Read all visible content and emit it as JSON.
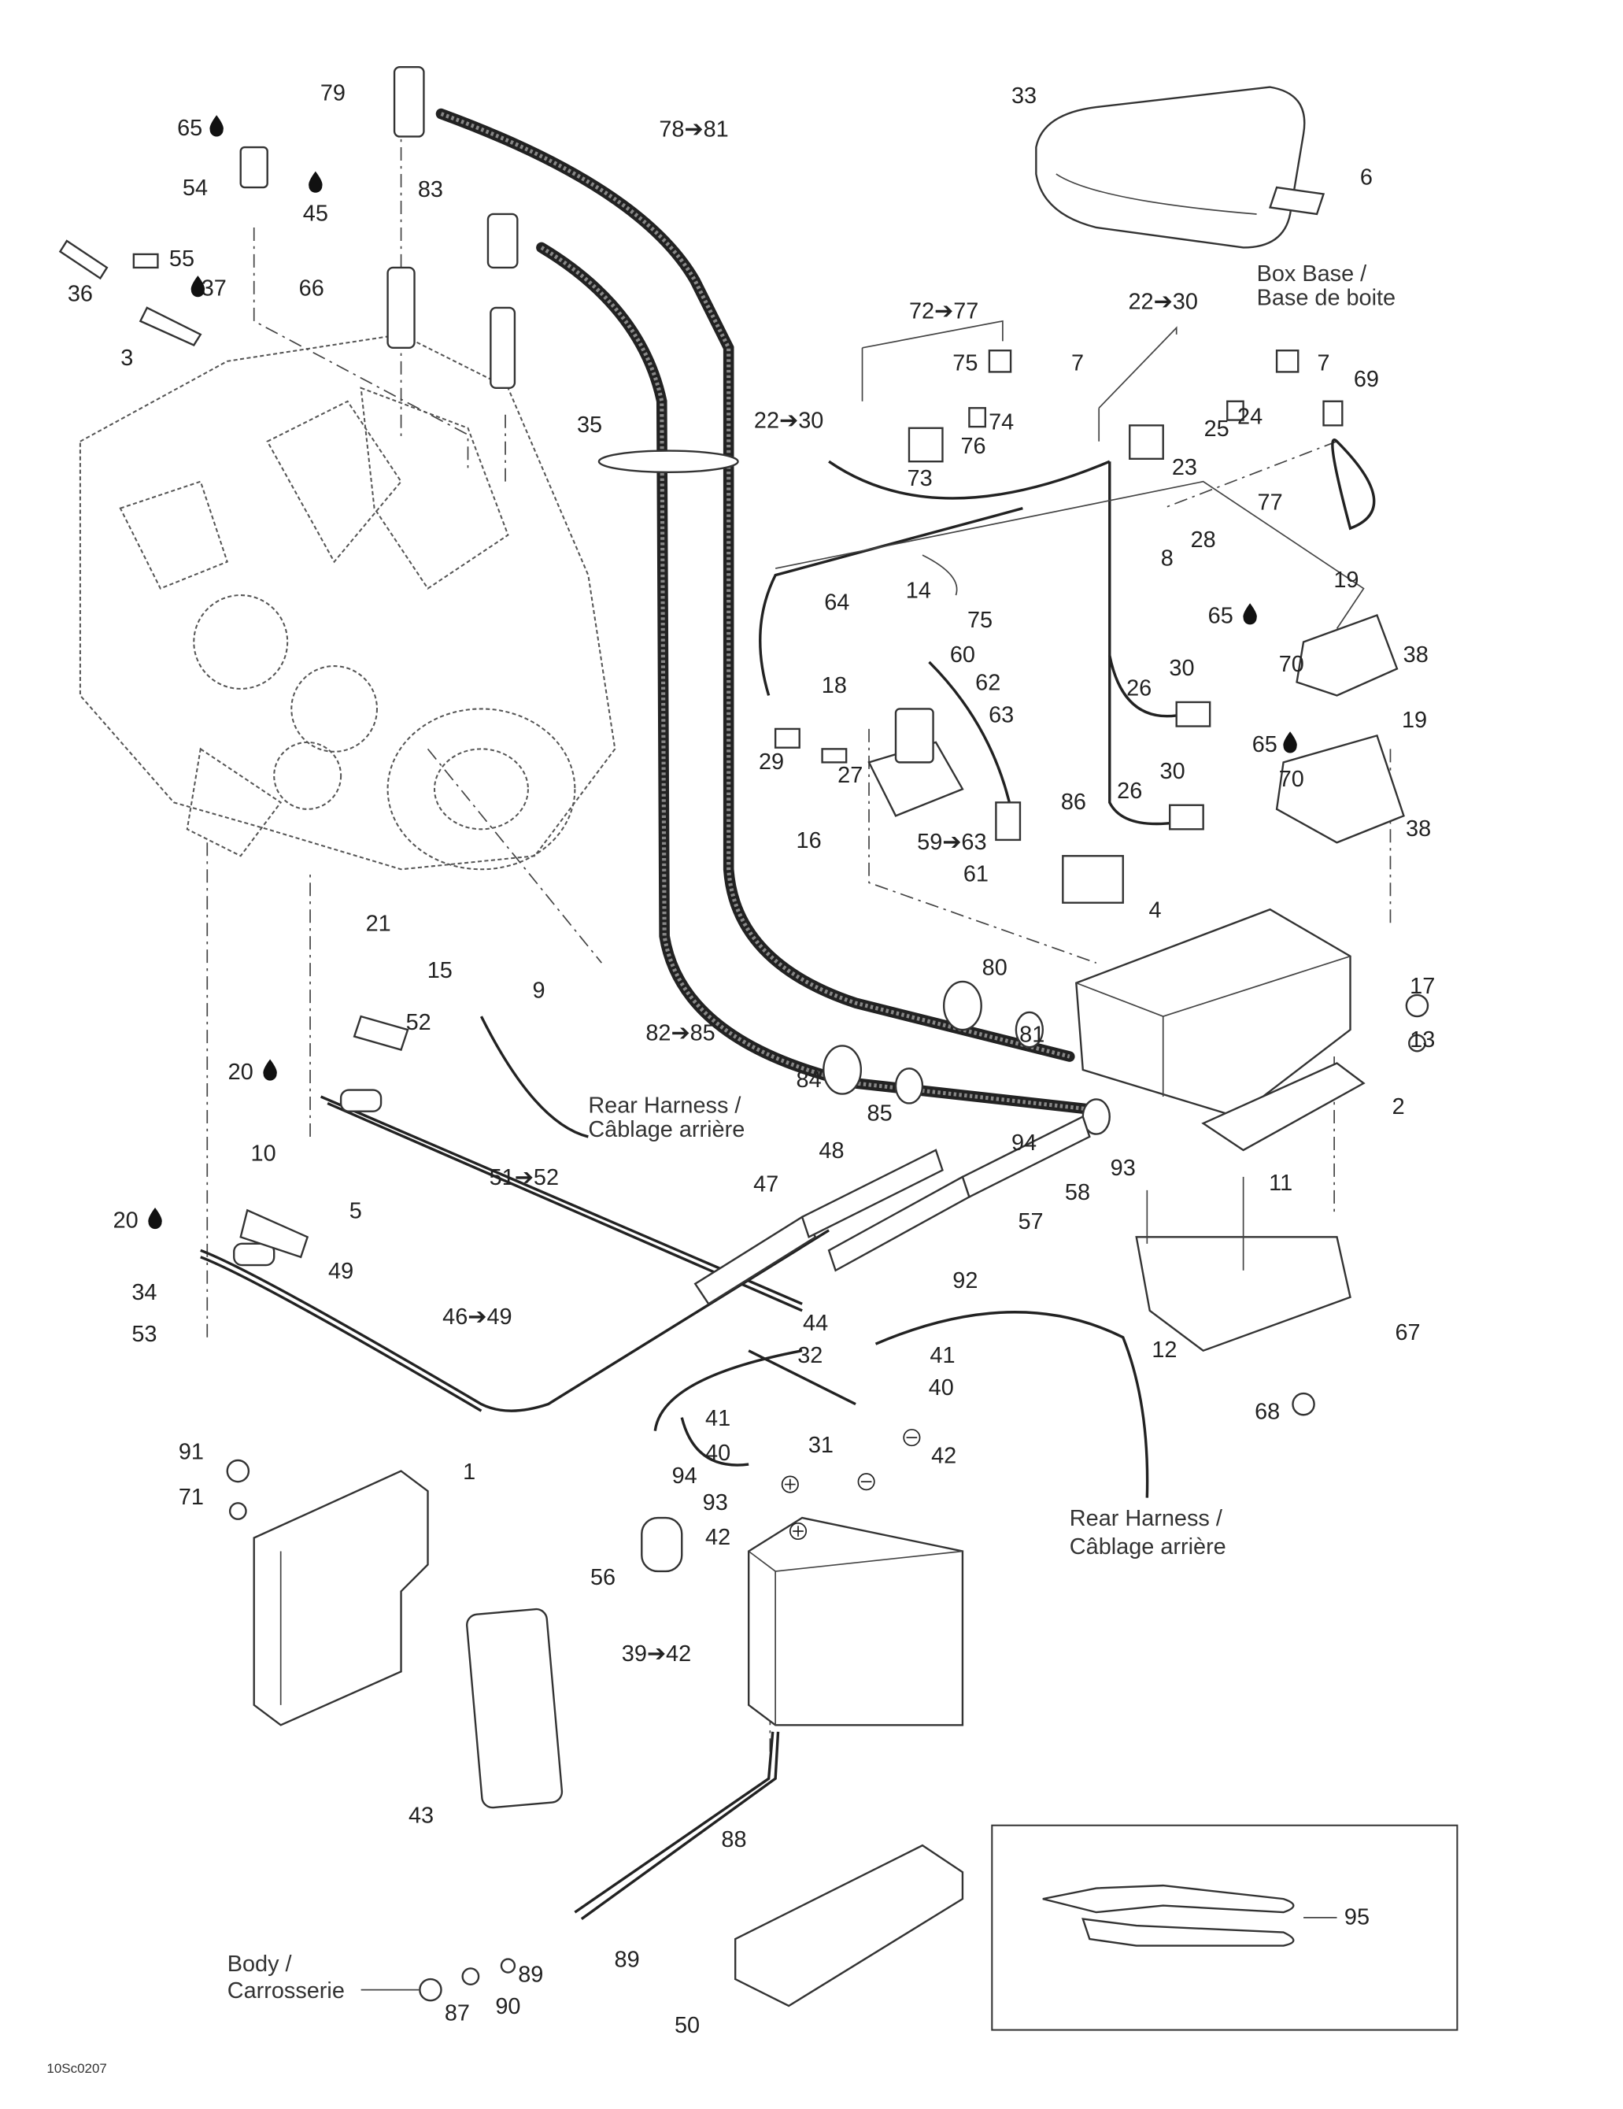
{
  "diagram": {
    "drawing_code": "10Sc0207",
    "notes": {
      "box_base_en": "Box Base /",
      "box_base_fr": "Base de boite",
      "rear_harness_1_en": "Rear Harness /",
      "rear_harness_1_fr": "Câblage arrière",
      "rear_harness_2_en": "Rear Harness /",
      "rear_harness_2_fr": "Câblage arrière",
      "body_en": "Body /",
      "body_fr": "Carrosserie"
    },
    "callouts": [
      "79",
      "65",
      "54",
      "45",
      "78➔81",
      "83",
      "55",
      "37",
      "36",
      "66",
      "3",
      "33",
      "6",
      "72➔77",
      "22➔30",
      "7",
      "7",
      "75",
      "74",
      "76",
      "25",
      "24",
      "69",
      "35",
      "22➔30",
      "73",
      "23",
      "77",
      "8",
      "28",
      "14",
      "19",
      "64",
      "75",
      "65",
      "38",
      "60",
      "70",
      "18",
      "62",
      "63",
      "30",
      "26",
      "19",
      "29",
      "27",
      "16",
      "65",
      "70",
      "30",
      "26",
      "38",
      "59➔63",
      "86",
      "61",
      "4",
      "21",
      "15",
      "9",
      "17",
      "13",
      "80",
      "81",
      "82➔85",
      "52",
      "20",
      "84",
      "85",
      "2",
      "10",
      "94",
      "48",
      "93",
      "51➔52",
      "5",
      "47",
      "58",
      "11",
      "57",
      "20",
      "49",
      "92",
      "34",
      "46➔49",
      "53",
      "44",
      "32",
      "41",
      "67",
      "40",
      "12",
      "41",
      "40",
      "31",
      "42",
      "68",
      "91",
      "1",
      "71",
      "94",
      "93",
      "42",
      "56",
      "39➔42",
      "43",
      "88",
      "95",
      "89",
      "89",
      "90",
      "87",
      "50"
    ],
    "icons": [
      "drop-icon",
      "plus-icon",
      "minus-icon"
    ]
  }
}
